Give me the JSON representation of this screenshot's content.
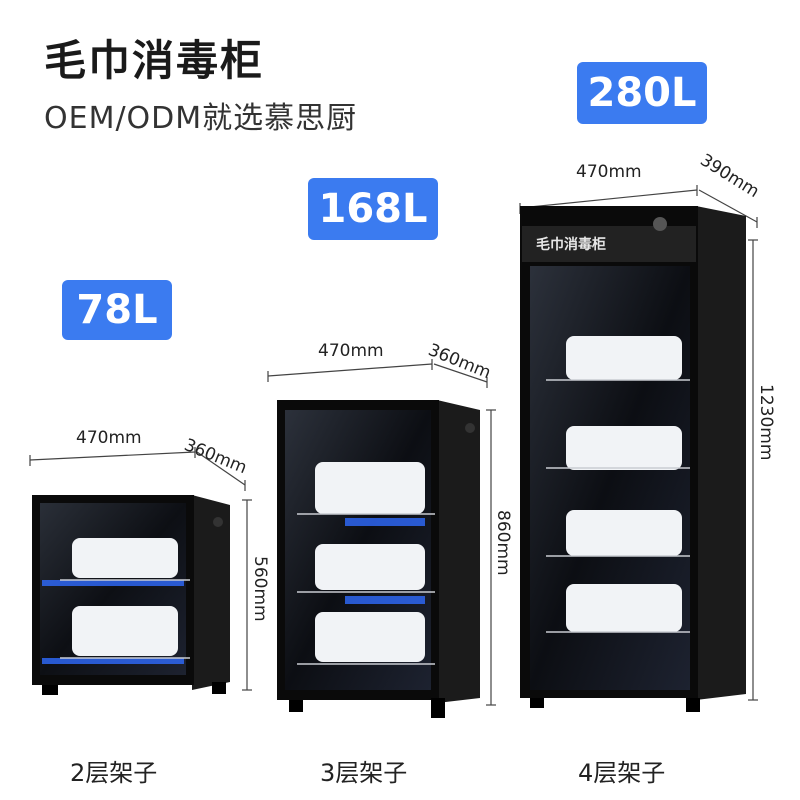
{
  "header": {
    "title": "毛巾消毒柜",
    "subtitle": "OEM/ODM就选慕思厨"
  },
  "products": [
    {
      "capacity": "78L",
      "width": "470mm",
      "depth": "360mm",
      "height": "560mm",
      "shelves": "2层架子"
    },
    {
      "capacity": "168L",
      "width": "470mm",
      "depth": "360mm",
      "height": "860mm",
      "shelves": "3层架子"
    },
    {
      "capacity": "280L",
      "width": "470mm",
      "depth": "390mm",
      "height": "1230mm",
      "shelves": "4层架子",
      "panel_label": "毛巾消毒柜"
    }
  ],
  "colors": {
    "badge": "#3b7bf0",
    "cabinet_body": "#111111",
    "uv_light": "#2f6bff"
  }
}
